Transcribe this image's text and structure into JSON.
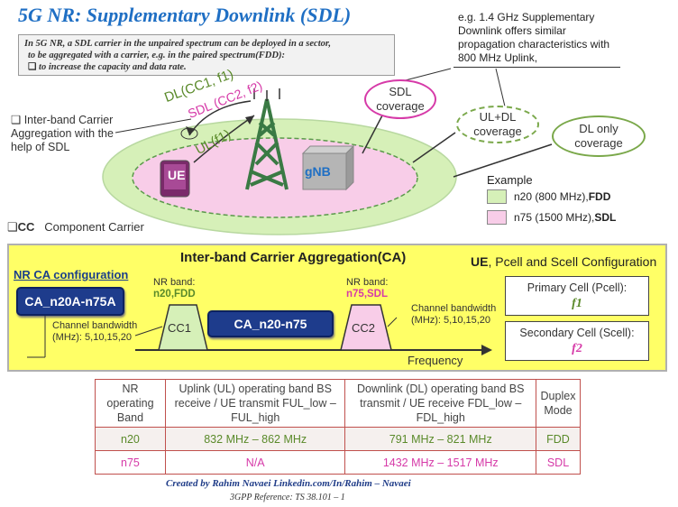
{
  "title": "5G NR: Supplementary Downlink (SDL)",
  "intro": {
    "line1": "In 5G NR, a SDL carrier in the unpaired spectrum can be deployed in a sector,",
    "line2": "to be aggregated with a carrier, e.g. in the paired spectrum(FDD):",
    "bullet": "to increase the capacity and data rate."
  },
  "note": "e.g. 1.4 GHz Supplementary Downlink offers similar propagation characteristics with 800 MHz Uplink,",
  "side_label": "Inter-band Carrier Aggregation with the help of SDL",
  "links": {
    "dl": "DL(CC1, f1)",
    "sdl": "SDL (CC2, f2)",
    "ul": "UL(f1)"
  },
  "coverage": {
    "sdl": "SDL coverage",
    "uldl": "UL+DL coverage",
    "dl_only": "DL only coverage"
  },
  "ue_label": "UE",
  "gnb_label": "gNB",
  "legend": {
    "title": "Example",
    "items": [
      {
        "text_plain": "n20 (800 MHz),",
        "text_bold": "FDD",
        "color": "#d6f0b8"
      },
      {
        "text_plain": "n75 (1500 MHz),",
        "text_bold": "SDL",
        "color": "#f8cde8"
      }
    ]
  },
  "cc_def": {
    "abbr": "CC",
    "text": "Component Carrier"
  },
  "ca": {
    "title": "Inter-band Carrier Aggregation(CA)",
    "right_title_bold": "UE",
    "right_title_rest": ", Pcell and Scell Configuration",
    "nr_ca_title": "NR CA configuration",
    "config_button": "CA_n20A-n75A",
    "center_button": "CA_n20-n75",
    "channel_bw_left": "Channel bandwidth (MHz): 5,10,15,20",
    "channel_bw_right": "Channel bandwidth (MHz): 5,10,15,20",
    "band1_label": "NR band:",
    "band1_value": "n20,FDD",
    "band2_label": "NR band:",
    "band2_value": "n75,SDL",
    "cc1": "CC1",
    "cc2": "CC2",
    "frequency": "Frequency",
    "pcell_label": "Primary Cell (Pcell):",
    "pcell_freq": "f1",
    "scell_label": "Secondary Cell (Scell):",
    "scell_freq": "f2"
  },
  "table": {
    "headers": [
      "NR operating Band",
      "Uplink (UL) operating band BS receive / UE transmit FUL_low – FUL_high",
      "Downlink (DL) operating band BS transmit / UE receive FDL_low – FDL_high",
      "Duplex Mode"
    ],
    "rows": [
      [
        "n20",
        "832 MHz – 862 MHz",
        "791 MHz – 821 MHz",
        "FDD"
      ],
      [
        "n75",
        "N/A",
        "1432 MHz – 1517 MHz",
        "SDL"
      ]
    ]
  },
  "credit": "Created by Rahim Navaei   Linkedin.com/In/Rahim – Navaei",
  "reference": "3GPP Reference: TS 38.101 – 1",
  "colors": {
    "title_blue": "#1f6fc4",
    "fdd_green": "#5a8a2a",
    "sdl_magenta": "#d63aa8",
    "tower_green": "#3a7a44",
    "navy": "#1e3c8c",
    "yellow": "#ffff66"
  }
}
